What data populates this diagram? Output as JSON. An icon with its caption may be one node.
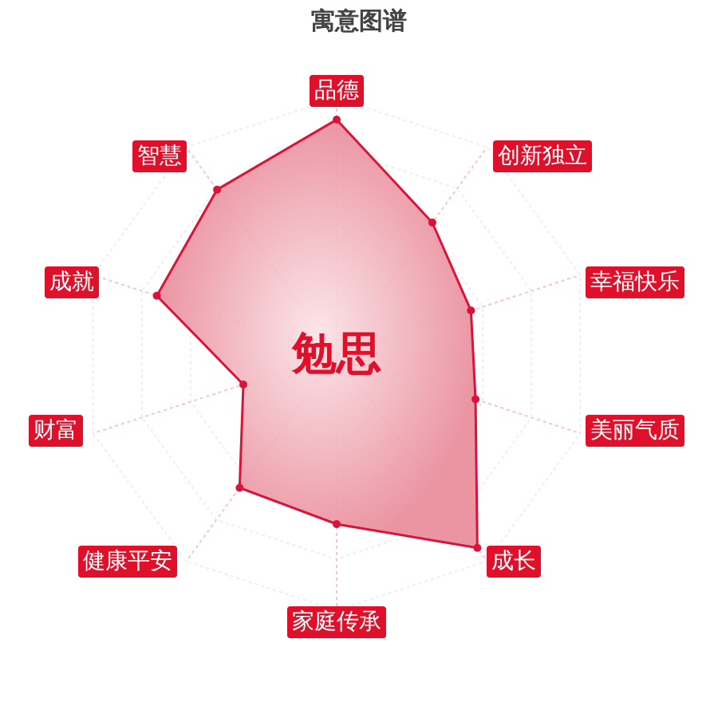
{
  "diagram": {
    "title": "寓意图谱",
    "labels": [
      "勉思",
      "品德",
      "创新独立",
      "幸福快乐",
      "美丽气质",
      "成长",
      "家庭传承",
      "健康平安",
      "财富",
      "成就",
      "智慧"
    ]
  }
}
